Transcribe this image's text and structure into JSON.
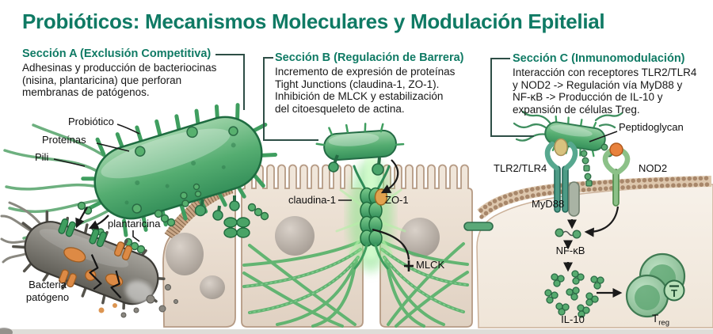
{
  "title": "Probióticos: Mecanismos Moleculares y Modulación Epitelial",
  "sections": {
    "a": {
      "heading": "Sección A (Exclusión Competitiva)",
      "lines": [
        "Adhesinas y producción de bacteriocinas",
        "(nisina, plantaricina) que perforan",
        "membranas de patógenos."
      ]
    },
    "b": {
      "heading": "Sección B (Regulación de Barrera)",
      "lines": [
        "Incremento de expresión de proteínas",
        "Tight Junctions (claudina-1, ZO-1).",
        "Inhibición de MLCK y estabilización",
        "del citoesqueleto de actina."
      ]
    },
    "c": {
      "heading": "Sección C (Inmunomodulación)",
      "lines": [
        "Interacción con receptores TLR2/TLR4",
        "y NOD2 -> Regulación vía MyD88 y",
        "NF-κB -> Producción de IL-10 y",
        "expansión de células Treg."
      ]
    }
  },
  "labels": {
    "probiotico": "Probiótico",
    "proteinas": "Proteínas",
    "pili": "Pili",
    "plantaricina": "plantaricina",
    "bacteria_line1": "Bacteria",
    "bacteria_line2": "patógeno",
    "claudina": "claudina-1",
    "zo1": "ZO-1",
    "mlck": "MLCK",
    "tlr": "TLR2/TLR4",
    "nod2": "NOD2",
    "peptidoglycan": "Peptidoglycan",
    "myd88": "MyD88",
    "nfkb": "NF-κB",
    "il10": "IL-10",
    "treg_main": "T",
    "treg_sub": "reg",
    "treg_badge": "T"
  },
  "colors": {
    "accent_teal": "#0f7a64",
    "probiotic_green": "#3f9e63",
    "pathogen_gray": "#6e6b64",
    "pathogen_orange": "#dd8a45",
    "cell_beige": "#eadfd3",
    "junction_glow": "#8be38b",
    "zo1_orange": "#dfa052"
  }
}
